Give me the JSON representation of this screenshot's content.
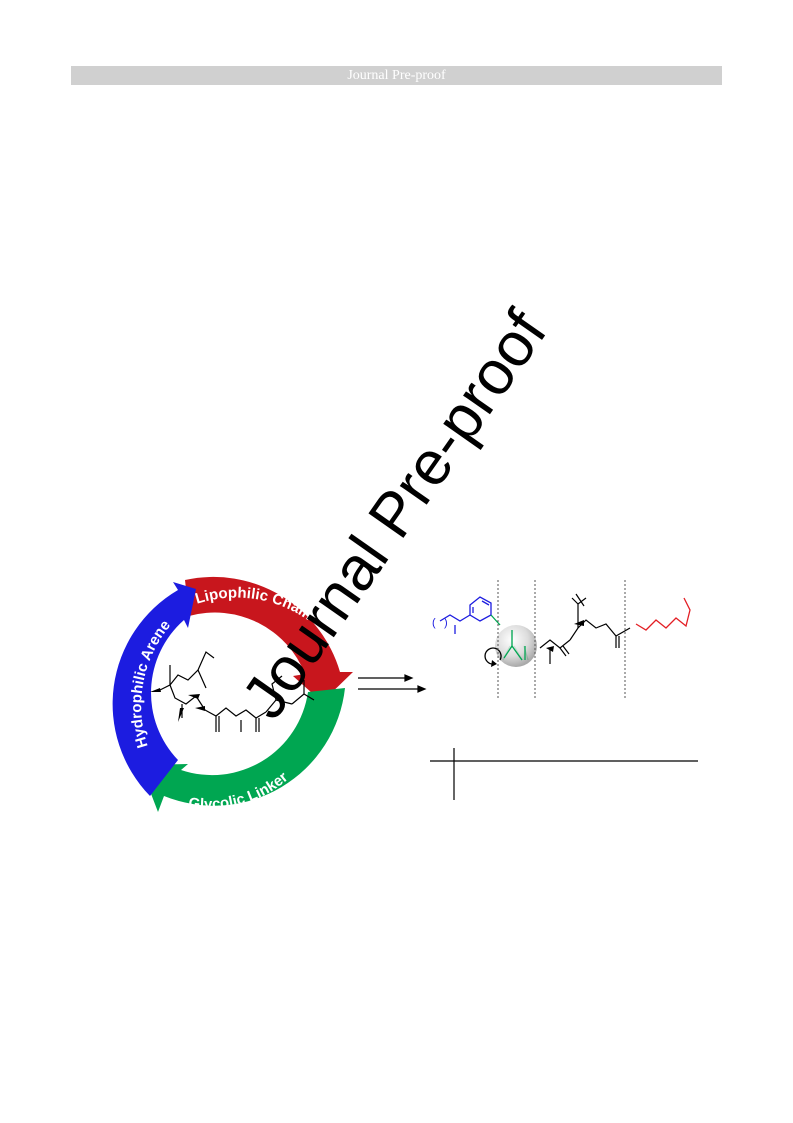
{
  "header": {
    "title": "Journal Pre-proof"
  },
  "watermark": {
    "text": "Journal Pre-proof"
  },
  "cycle": {
    "segments": [
      {
        "label": "Lipophilic Chain",
        "color": "#c8161d"
      },
      {
        "label": "Glycolic Linker",
        "color": "#00a651"
      },
      {
        "label": "Hydrophilic Arene",
        "color": "#1c1ce0"
      }
    ]
  }
}
